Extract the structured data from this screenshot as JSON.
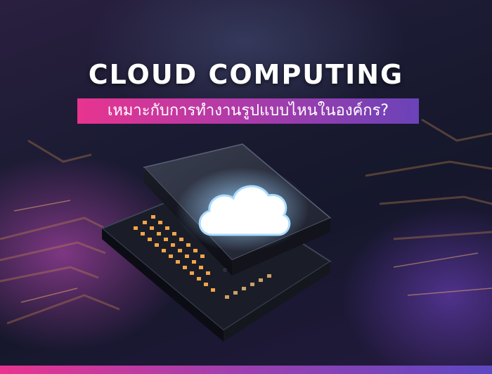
{
  "headline": "CLOUD COMPUTING",
  "subtitle": "เหมาะกับการทำงานรูปแบบไหนในองค์กร?",
  "icons": [
    "cloud-icon",
    "processor-chip-illustration"
  ],
  "colors": {
    "accent_pink": "#e8348f",
    "accent_purple": "#6a43b8",
    "background": "#1b1b33",
    "cloud_glow": "#8ec8ff"
  }
}
